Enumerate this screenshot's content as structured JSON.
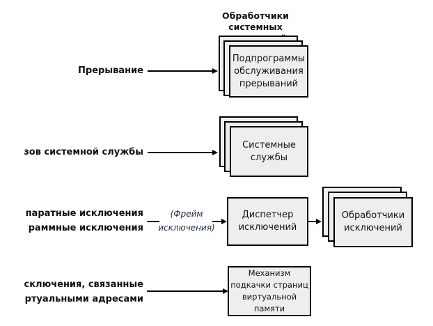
{
  "title": {
    "line1": "Обработчики системных",
    "line2": "прерываний"
  },
  "rows": [
    {
      "source": [
        "Прерывание"
      ],
      "target": [
        "Подпрограммы",
        "обслуживания",
        "прерываний"
      ],
      "stacked": true
    },
    {
      "source": [
        "зов системной службы"
      ],
      "target": [
        "Системные",
        "службы"
      ],
      "stacked": true
    },
    {
      "source": [
        "паратные исключения",
        "раммные исключения"
      ],
      "note": [
        "(Фрейм",
        "исключения)"
      ],
      "target": [
        "Диспетчер",
        "исключений"
      ],
      "stacked": false,
      "next_target": [
        "Обработчики",
        "исключений"
      ],
      "next_stacked": true
    },
    {
      "source": [
        "сключения, связанные",
        "ртуальными адресами"
      ],
      "target": [
        "Механизм",
        "подкачки страниц",
        "виртуальной",
        "памяти"
      ],
      "stacked": false
    }
  ],
  "colors": {
    "box_fill": "#eeeeee",
    "border": "#000000",
    "note_text": "#1e2b48"
  }
}
